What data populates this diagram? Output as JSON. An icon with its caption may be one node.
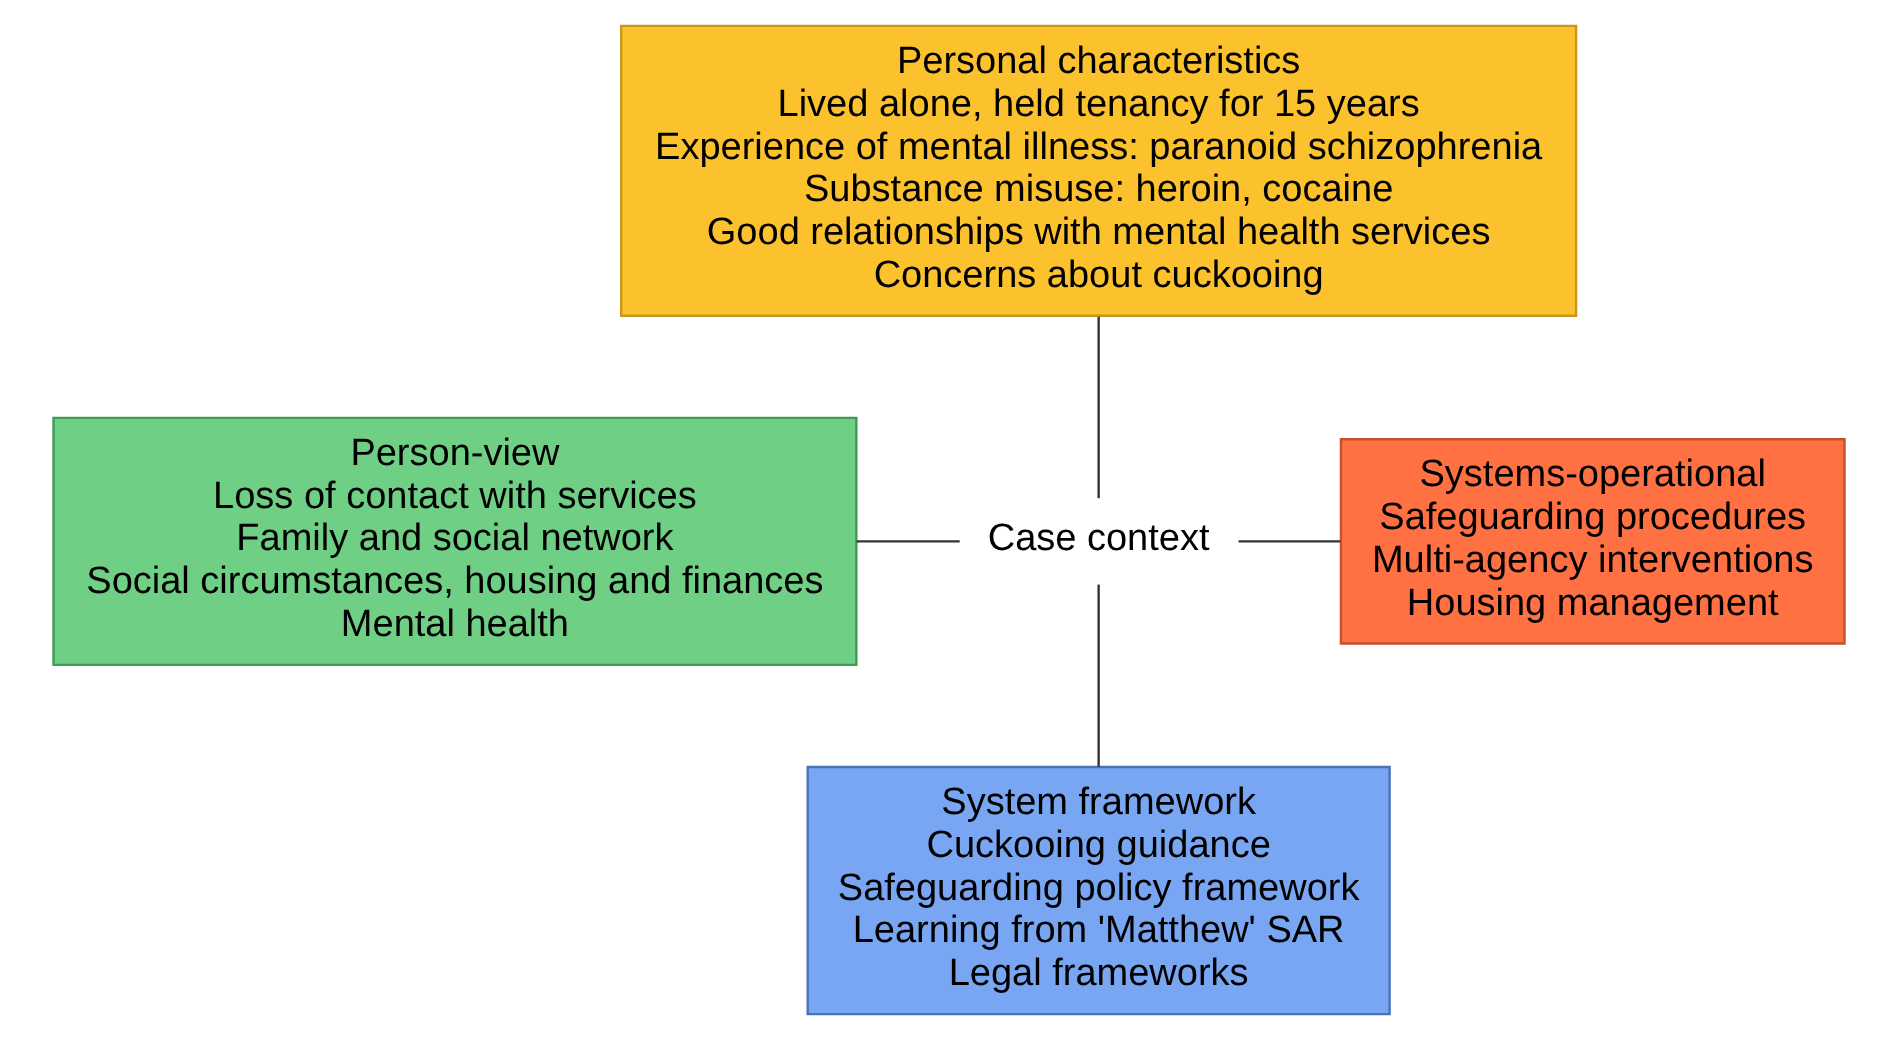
{
  "diagram": {
    "nodes": [
      {
        "text": [
          "Personal characteristics",
          "Lived alone, held tenancy for 15 years",
          "Experience of mental illness: paranoid schizophrenia",
          "Substance misuse: heroin, cocaine",
          "Good relationships with mental health services",
          "Concerns about cuckooing"
        ]
      },
      {
        "text": [
          "Person-view",
          "Loss of contact with services",
          "Family and social network",
          "Social circumstances, housing and finances",
          "Mental health"
        ]
      },
      {
        "text": [
          "Case context"
        ]
      },
      {
        "text": [
          "Systems-operational",
          "Safeguarding procedures",
          "Multi-agency interventions",
          "Housing management"
        ]
      },
      {
        "text": [
          "System framework",
          "Cuckooing guidance",
          "Safeguarding policy framework",
          "Learning from 'Matthew' SAR",
          "Legal frameworks"
        ]
      }
    ],
    "edges": [
      {
        "from": 0,
        "to": 2,
        "arrow": "none"
      },
      {
        "from": 1,
        "to": 2,
        "arrow": "none"
      },
      {
        "from": 2,
        "to": 3,
        "arrow": "none"
      },
      {
        "from": 2,
        "to": 4,
        "arrow": "none"
      }
    ]
  }
}
